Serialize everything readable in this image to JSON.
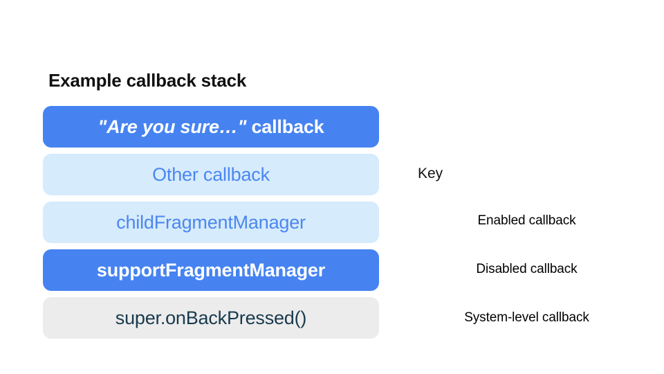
{
  "title": "Example callback stack",
  "stack": {
    "boxes": [
      {
        "quote_part": "\"Are you sure…\"",
        "rest_part": " callback",
        "variant": "enabled"
      },
      {
        "label": "Other callback",
        "variant": "disabled"
      },
      {
        "label": "childFragmentManager",
        "variant": "disabled"
      },
      {
        "label": "supportFragmentManager",
        "variant": "enabled"
      },
      {
        "label": "super.onBackPressed()",
        "variant": "system"
      }
    ]
  },
  "key": {
    "heading": "Key",
    "items": [
      {
        "label": "Enabled callback",
        "variant": "enabled"
      },
      {
        "label": "Disabled callback",
        "variant": "disabled"
      },
      {
        "label": "System-level callback",
        "variant": "system"
      }
    ]
  },
  "colors": {
    "enabled_bg": "#4683F1",
    "enabled_text": "#FFFFFF",
    "disabled_bg": "#D6EBFC",
    "disabled_text": "#4B87EF",
    "system_bg": "#ECECEC",
    "system_text": "#193A4D",
    "heading_text": "#111111"
  }
}
